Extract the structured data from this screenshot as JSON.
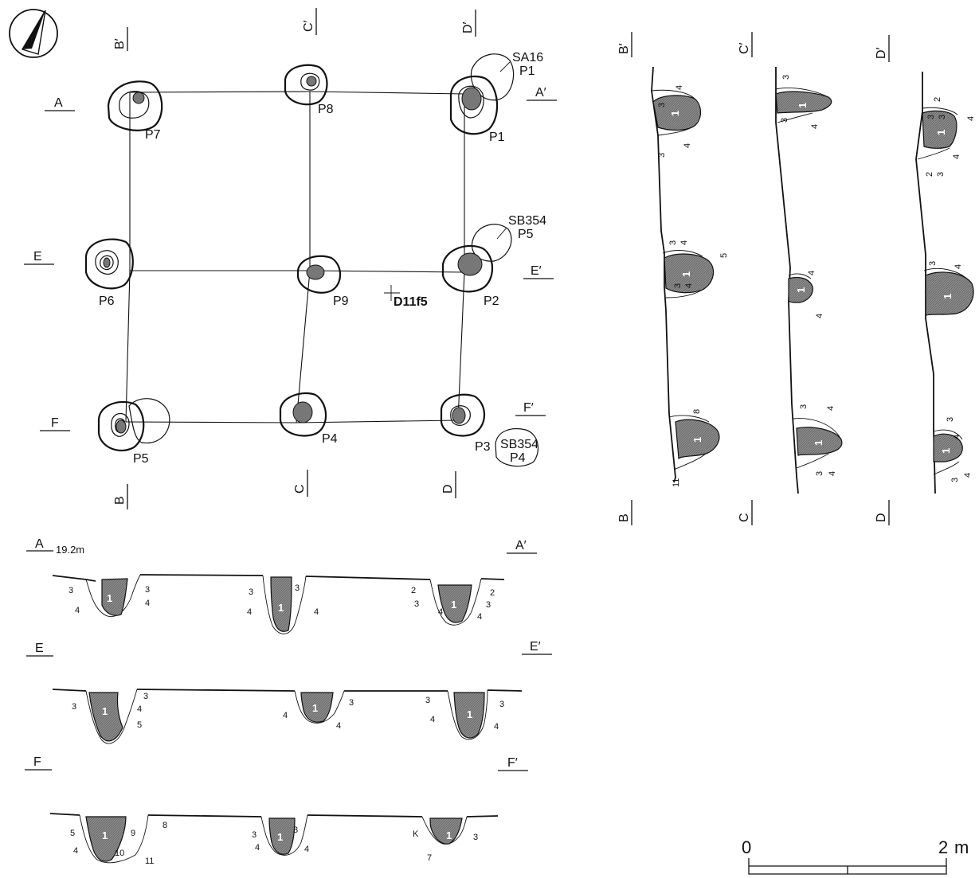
{
  "plan": {
    "posts": [
      "P7",
      "P8",
      "P1",
      "P6",
      "P9",
      "P2",
      "P5",
      "P4",
      "P3"
    ],
    "neighbors": [
      {
        "line1": "SA16",
        "line2": "P1"
      },
      {
        "line1": "SB354",
        "line2": "P5"
      },
      {
        "line1": "SB354",
        "line2": "P4"
      }
    ],
    "grid_point": "D11f5",
    "section_marks": {
      "a": "A",
      "a2": "A′",
      "e": "E",
      "e2": "E′",
      "f": "F",
      "f2": "F′",
      "b": "B",
      "b2": "B′",
      "c": "C",
      "c2": "C′",
      "d": "D",
      "d2": "D′"
    }
  },
  "sections": {
    "elevation": "19.2m",
    "fill_label": "1",
    "layers": [
      "2",
      "3",
      "4",
      "5",
      "7",
      "8",
      "9",
      "10",
      "11",
      "K"
    ]
  },
  "scale": {
    "zero": "0",
    "max": "2",
    "unit": "m"
  }
}
